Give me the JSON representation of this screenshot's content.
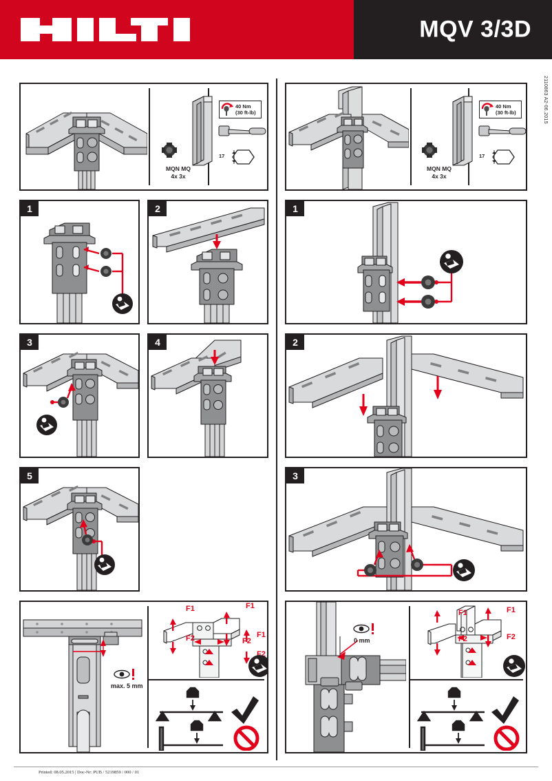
{
  "header": {
    "brand": "HILTI",
    "brand_icon": "hilti-logo",
    "product_title": "MQV 3/3D",
    "red": "#d2051e",
    "dark": "#231f20"
  },
  "doc": {
    "side_code": "2110863 A2-06.2015",
    "footer": "Printed: 08.05.2015 | Doc-Nr: PUB / 5219859 / 000 / 01"
  },
  "parts": {
    "fastener_label_line1": "MQN MQ",
    "fastener_label_line2": "4x 3x",
    "channel_icon": "mq-channel-icon",
    "nut_icon": "mqn-nut-icon"
  },
  "torque": {
    "value": "40 Nm",
    "imperial": "(30 ft-lb)",
    "wrench_icon": "torque-wrench-icon",
    "ratchet_icon": "ratchet-icon",
    "hex_size": "17",
    "hex_icon": "hex-socket-icon",
    "accent": "#e2001a"
  },
  "columns": [
    {
      "id": "mqv-3",
      "overview_icon": "mqv3-assembly-overview",
      "steps": [
        {
          "number": "1",
          "icon": "insert-mqn-nuts"
        },
        {
          "number": "2",
          "icon": "place-channel-on-bracket"
        },
        {
          "number": "3",
          "icon": "attach-mqn-nut-lower"
        },
        {
          "number": "4",
          "icon": "place-second-channel"
        },
        {
          "number": "5",
          "icon": "tighten-bolt"
        }
      ],
      "gap_check": {
        "eye_icon": "eye-inspect-icon",
        "exclaim": "!",
        "value": "max. 5 mm",
        "detail_icon": "level-gap-detail"
      },
      "forces": {
        "f1": "F1",
        "f2": "F2",
        "f1_count": 3,
        "f2_count": 3,
        "diagram_icon": "mqv3d-force-diagram"
      },
      "load_guide": {
        "correct_icon": "checkmark-icon",
        "wrong_icon": "prohibition-icon",
        "ok_label": "",
        "nok_label": ""
      }
    },
    {
      "id": "mqv-3d",
      "overview_icon": "mqv3d-assembly-overview",
      "steps": [
        {
          "number": "1",
          "icon": "insert-mqn-nuts-column"
        },
        {
          "number": "2",
          "icon": "slide-two-channels-down"
        },
        {
          "number": "3",
          "icon": "tighten-both-bolts"
        }
      ],
      "gap_check": {
        "eye_icon": "eye-inspect-icon",
        "exclaim": "!",
        "value": "0 mm",
        "detail_icon": "zero-gap-detail"
      },
      "forces": {
        "f1": "F1",
        "f2": "F2",
        "f1_count": 2,
        "f2_count": 2,
        "diagram_icon": "mqv3d-force-diagram"
      },
      "load_guide": {
        "correct_icon": "checkmark-icon",
        "wrong_icon": "prohibition-icon"
      }
    }
  ],
  "manual_icon": "read-manual-icon"
}
